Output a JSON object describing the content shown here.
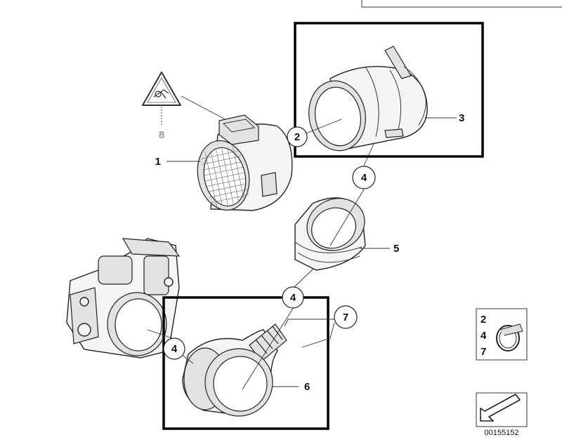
{
  "diagram": {
    "labels": {
      "l1": "1",
      "l2": "2",
      "l3": "3",
      "l4a": "4",
      "l4b": "4",
      "l4c": "4",
      "l5": "5",
      "l6": "6",
      "l7": "7",
      "l8": "8"
    },
    "side_legend": [
      "2",
      "4",
      "7"
    ],
    "doc_number": "00155152"
  }
}
